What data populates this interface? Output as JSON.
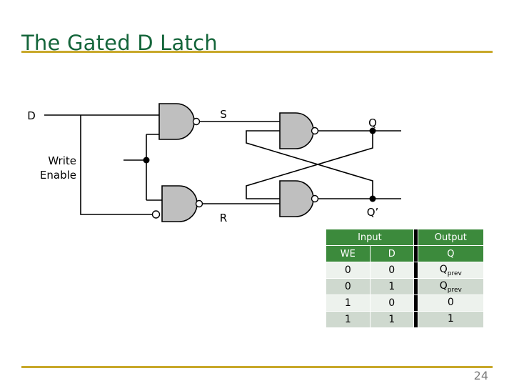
{
  "slide": {
    "title": "The Gated D Latch",
    "page_number": "24",
    "accent_rule_color": "#C8A82A",
    "title_color": "#14653A"
  },
  "circuit": {
    "name": "gated-d-latch-schematic",
    "labels": {
      "d_input": "D",
      "write_enable_line1": "Write",
      "write_enable_line2": "Enable",
      "s_node": "S",
      "r_node": "R",
      "q_output": "Q",
      "q_not_output": "Q’"
    },
    "gates": [
      {
        "name": "nand-input-upper",
        "type": "NAND",
        "fill": "#BFBFBF"
      },
      {
        "name": "nand-input-lower",
        "type": "NAND",
        "fill": "#BFBFBF"
      },
      {
        "name": "nand-latch-upper",
        "type": "NAND",
        "fill": "#BFBFBF"
      },
      {
        "name": "nand-latch-lower",
        "type": "NAND",
        "fill": "#BFBFBF"
      }
    ]
  },
  "truth_table": {
    "group_headers": [
      {
        "label": "Input",
        "span": 2
      },
      {
        "label": "Output",
        "span": 1
      }
    ],
    "columns": [
      "WE",
      "D",
      "Q"
    ],
    "rows": [
      {
        "we": "0",
        "d": "0",
        "q": "Q",
        "q_sub": "prev"
      },
      {
        "we": "0",
        "d": "1",
        "q": "Q",
        "q_sub": "prev"
      },
      {
        "we": "1",
        "d": "0",
        "q": "0",
        "q_sub": ""
      },
      {
        "we": "1",
        "d": "1",
        "q": "1",
        "q_sub": ""
      }
    ],
    "header_color": "#3C8A3C",
    "row_color_a": "#EDF2ED",
    "row_color_b": "#CFD9CF"
  }
}
